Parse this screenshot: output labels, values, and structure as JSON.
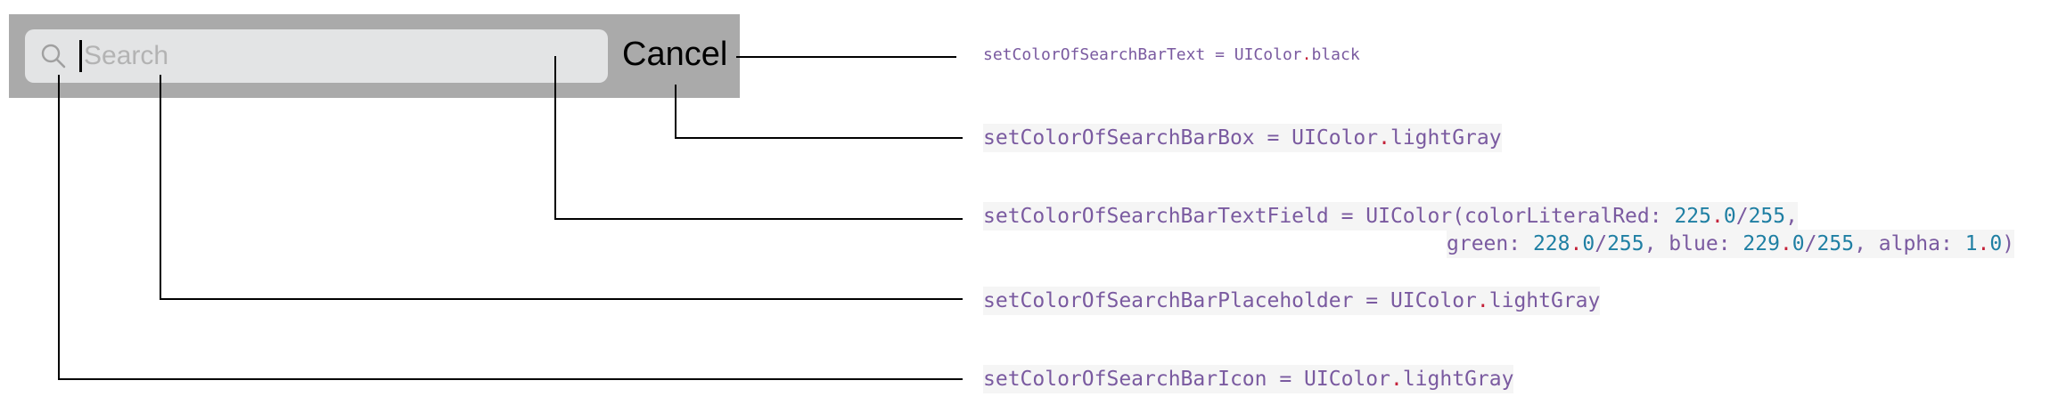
{
  "search_bar": {
    "placeholder": "Search",
    "cancel_label": "Cancel"
  },
  "annotations": {
    "text_color": {
      "name": "setColorOfSearchBarText = UIColor",
      "dot": ".",
      "value": "black"
    },
    "box_color": {
      "name": "setColorOfSearchBarBox = UIColor",
      "dot": ".",
      "value": "lightGray"
    },
    "text_field_color": {
      "prefix": "setColorOfSearchBarTextField = UIColor(colorLiteralRed: ",
      "red_int": "225",
      "dot": ".",
      "red_frac": "0",
      "slash": "/",
      "denom": "255",
      "comma": ",",
      "green_label": "green: ",
      "green_int": "228",
      "green_frac": "0",
      "blue_label": ", blue: ",
      "blue_int": "229",
      "blue_frac": "0",
      "alpha_label": ", alpha: ",
      "alpha_int": "1",
      "alpha_frac": "0",
      "close": ")"
    },
    "placeholder_color": {
      "name": "setColorOfSearchBarPlaceholder = UIColor",
      "dot": ".",
      "value": "lightGray"
    },
    "icon_color": {
      "name": "setColorOfSearchBarIcon = UIColor",
      "dot": ".",
      "value": "lightGray"
    }
  },
  "colors": {
    "search_bar_box": "#aaaaaa",
    "text_field": "#e3e4e5",
    "placeholder": "#b3b3b3",
    "code_text": "#7a5aa0",
    "code_number": "#1f7fa3",
    "code_dot": "#c4223a"
  }
}
